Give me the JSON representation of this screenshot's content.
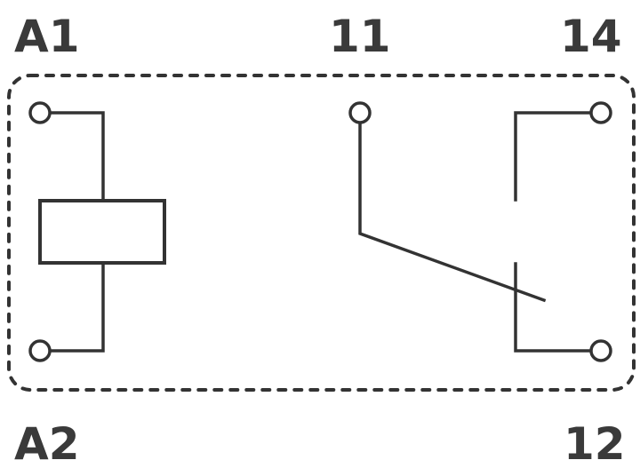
{
  "labels": {
    "a1": "A1",
    "a2": "A2",
    "p11": "11",
    "p14": "14",
    "p12": "12"
  },
  "colors": {
    "line": "#333333",
    "text": "#3a3a3a",
    "background": "#ffffff"
  }
}
